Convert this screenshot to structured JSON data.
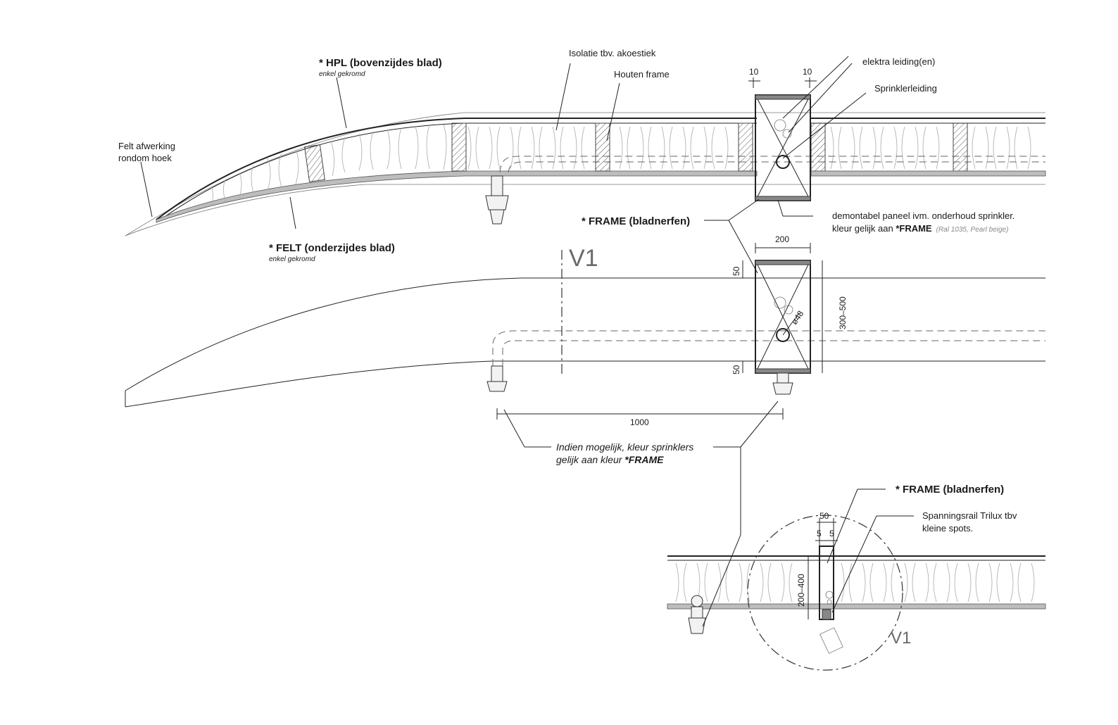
{
  "labels": {
    "hpl_title": "* HPL (bovenzijdes blad)",
    "hpl_sub": "enkel gekromd",
    "felt_corner_1": "Felt afwerking",
    "felt_corner_2": "rondom hoek",
    "felt_title": "* FELT (onderzijdes blad)",
    "felt_sub": "enkel gekromd",
    "insulation": "Isolatie tbv. akoestiek",
    "wood_frame": "Houten frame",
    "electra": "elektra leiding(en)",
    "sprinkler_pipe": "Sprinklerleiding",
    "frame_main": "* FRAME (bladnerfen)",
    "panel_line1": "demontabel paneel ivm. onderhoud sprinkler.",
    "panel_line2_prefix": "kleur gelijk aan ",
    "panel_line2_bold": "*FRAME",
    "panel_line2_note": "(Ral 1035, Pearl beige)",
    "view_v1": "V1",
    "sprinkler_color_1": "Indien mogelijk, kleur sprinklers",
    "sprinkler_color_2_prefix": "gelijk aan kleur ",
    "sprinkler_color_2_bold": "*FRAME",
    "frame_detail": "* FRAME (bladnerfen)",
    "rail_1": "Spanningsrail Trilux tbv",
    "rail_2": "kleine spots.",
    "view_v1_detail": "V1"
  },
  "dimensions": {
    "d10_left": "10",
    "d10_right": "10",
    "d200": "200",
    "d50_top": "50",
    "d50_bottom": "50",
    "d300_500": "300–500",
    "d48": "ø48",
    "d1000": "1000",
    "d50_detail": "50",
    "d5_left": "5",
    "d5_right": "5",
    "d200_400": "200–400"
  },
  "colors": {
    "line": "#222222",
    "felt": "#bdbdbd",
    "plate": "#888888",
    "view_label": "#6a6a6a"
  }
}
